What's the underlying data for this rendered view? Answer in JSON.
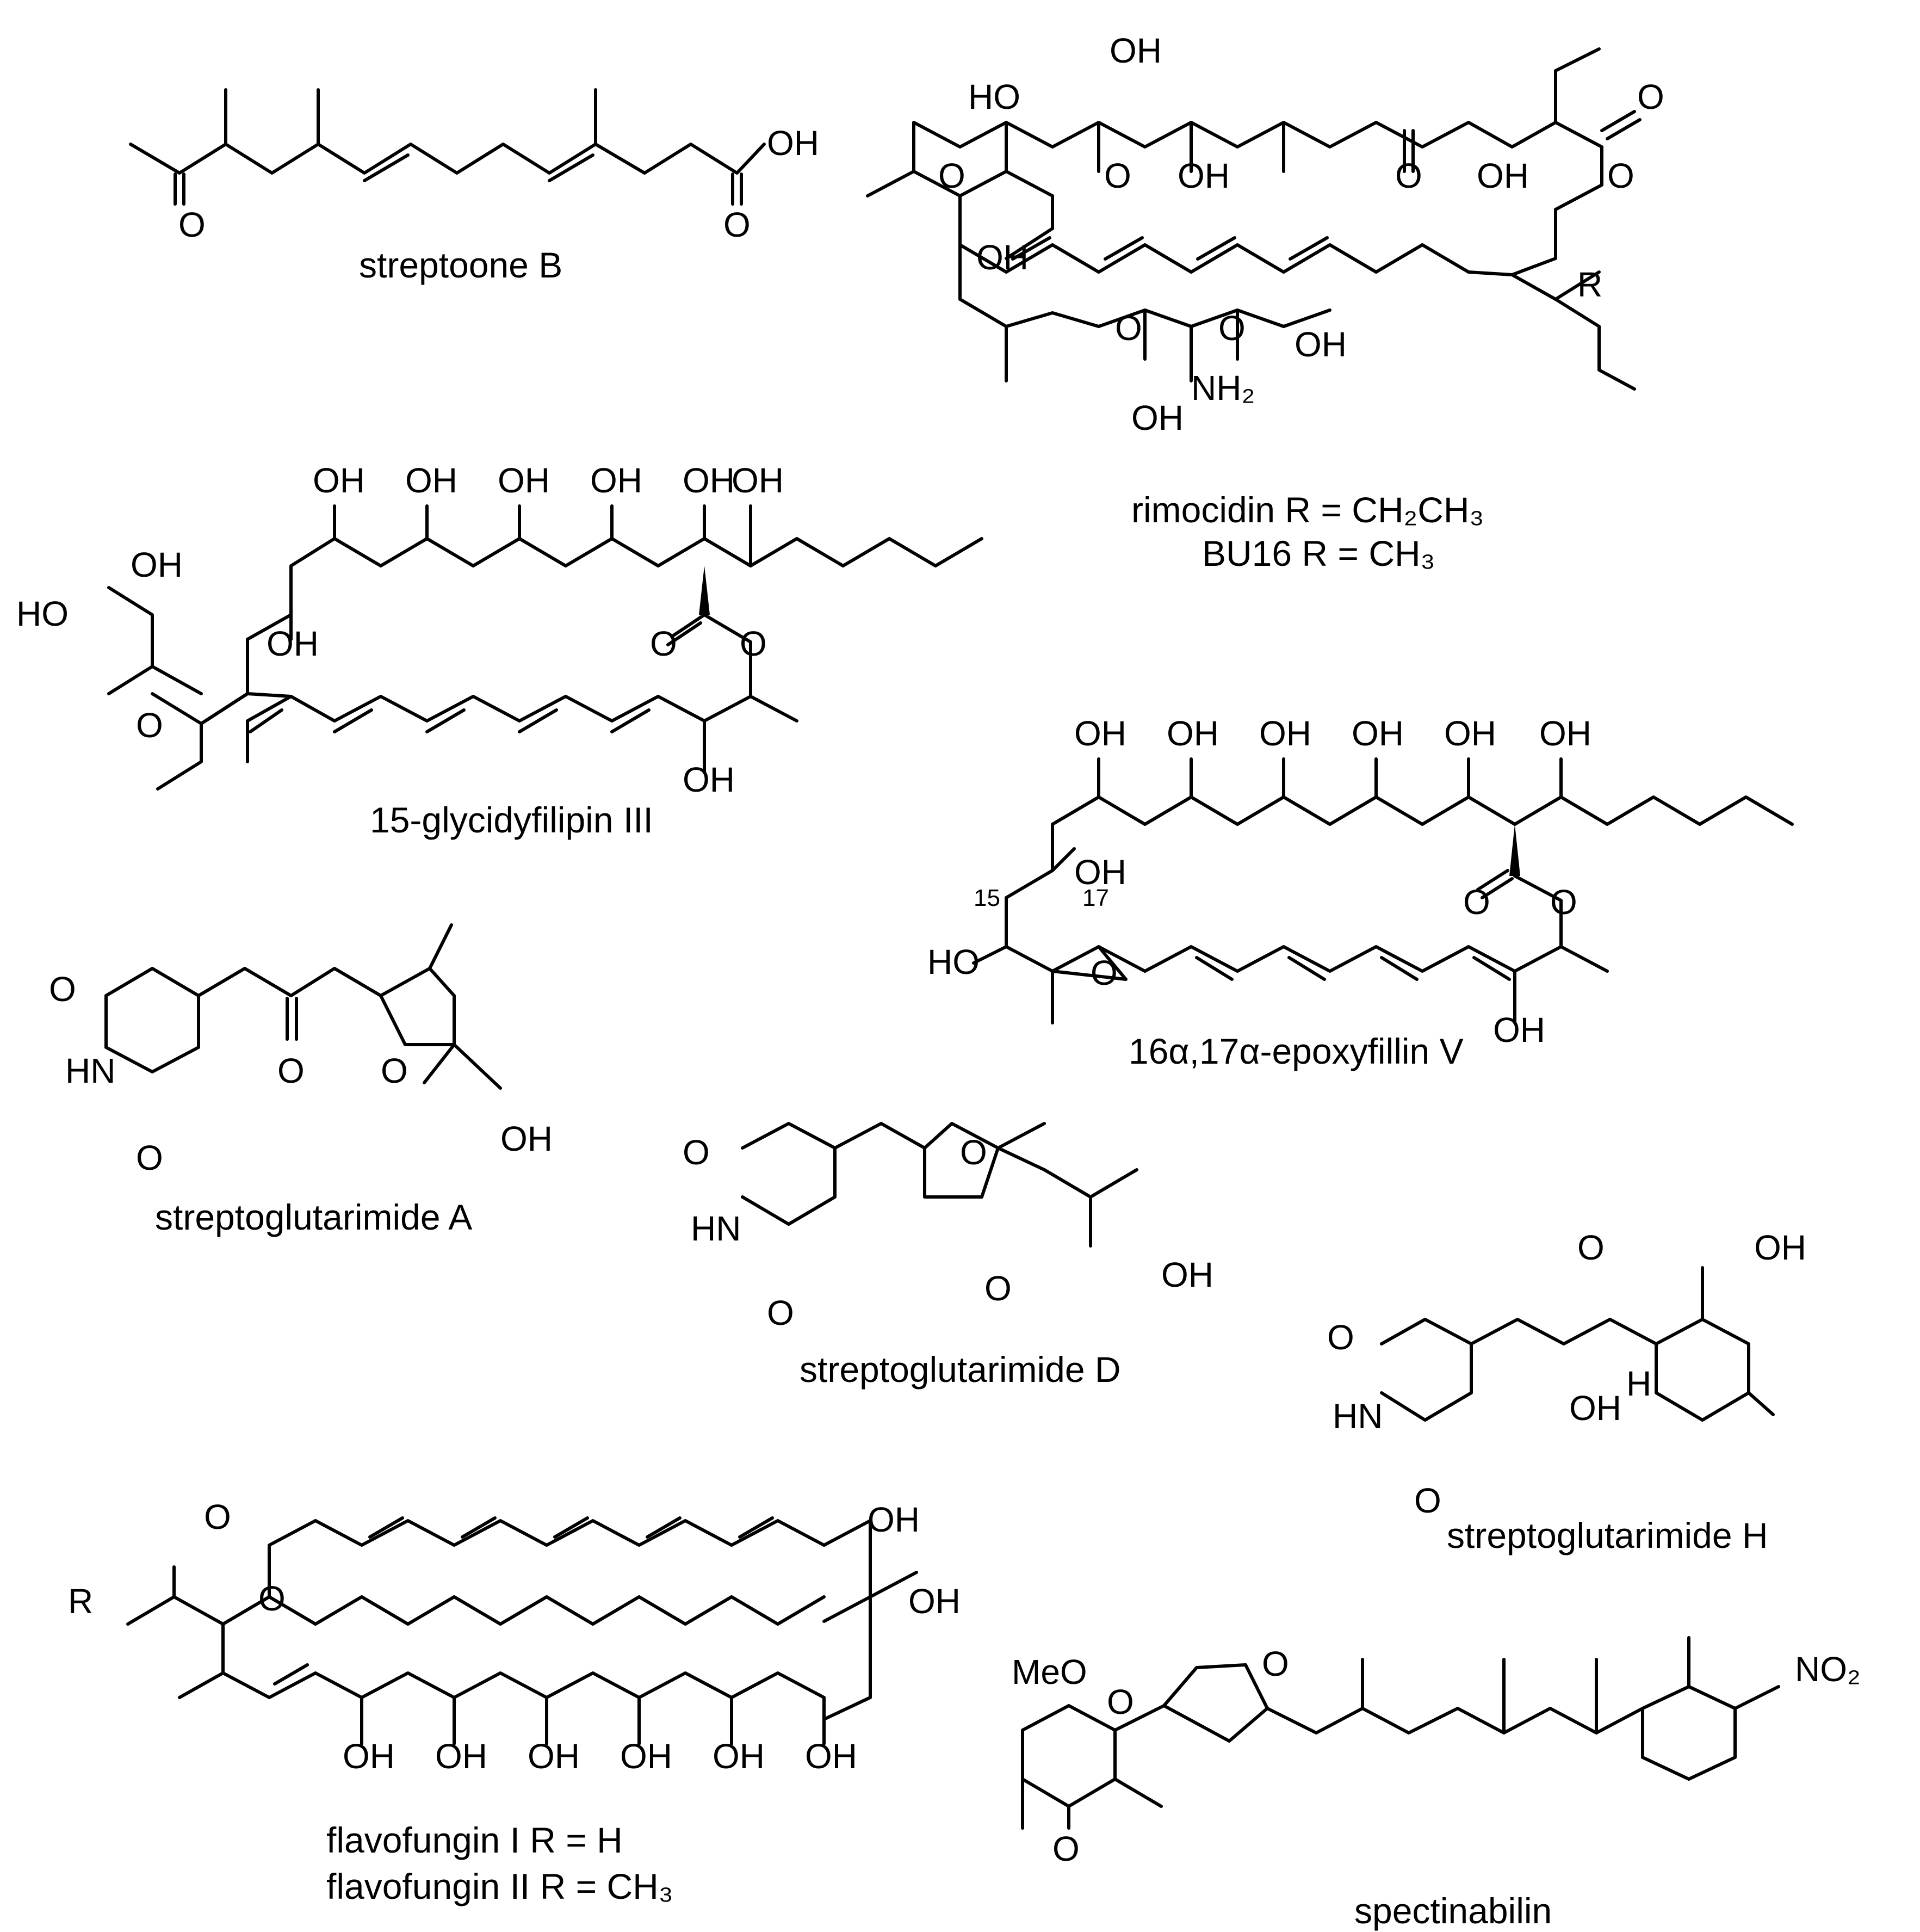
{
  "compounds": [
    {
      "key": "streptoone_b",
      "lines": [
        "streptoone B"
      ]
    },
    {
      "key": "rimocidin",
      "lines": [
        "rimocidin  R = CH₂CH₃",
        "BU16  R = CH₃"
      ]
    },
    {
      "key": "glycidyfilipin",
      "lines": [
        "15-glycidyfilipin III"
      ]
    },
    {
      "key": "epoxyfillin",
      "lines": [
        "16α,17α-epoxyfillin V"
      ]
    },
    {
      "key": "streptoglutarimide_a",
      "lines": [
        "streptoglutarimide A"
      ]
    },
    {
      "key": "streptoglutarimide_d",
      "lines": [
        "streptoglutarimide D"
      ]
    },
    {
      "key": "streptoglutarimide_h",
      "lines": [
        "streptoglutarimide H"
      ]
    },
    {
      "key": "flavofungin",
      "lines": [
        "flavofungin I  R = H",
        "flavofungin II R = CH₃"
      ]
    },
    {
      "key": "spectinabilin",
      "lines": [
        "spectinabilin"
      ]
    }
  ],
  "atom_labels": {
    "OH": "OH",
    "HO": "HO",
    "O": "O",
    "HN": "HN",
    "NH2": "NH₂",
    "R": "R",
    "H": "H",
    "MeO": "MeO",
    "NO2": "NO₂",
    "n15": "15",
    "n17": "17"
  }
}
